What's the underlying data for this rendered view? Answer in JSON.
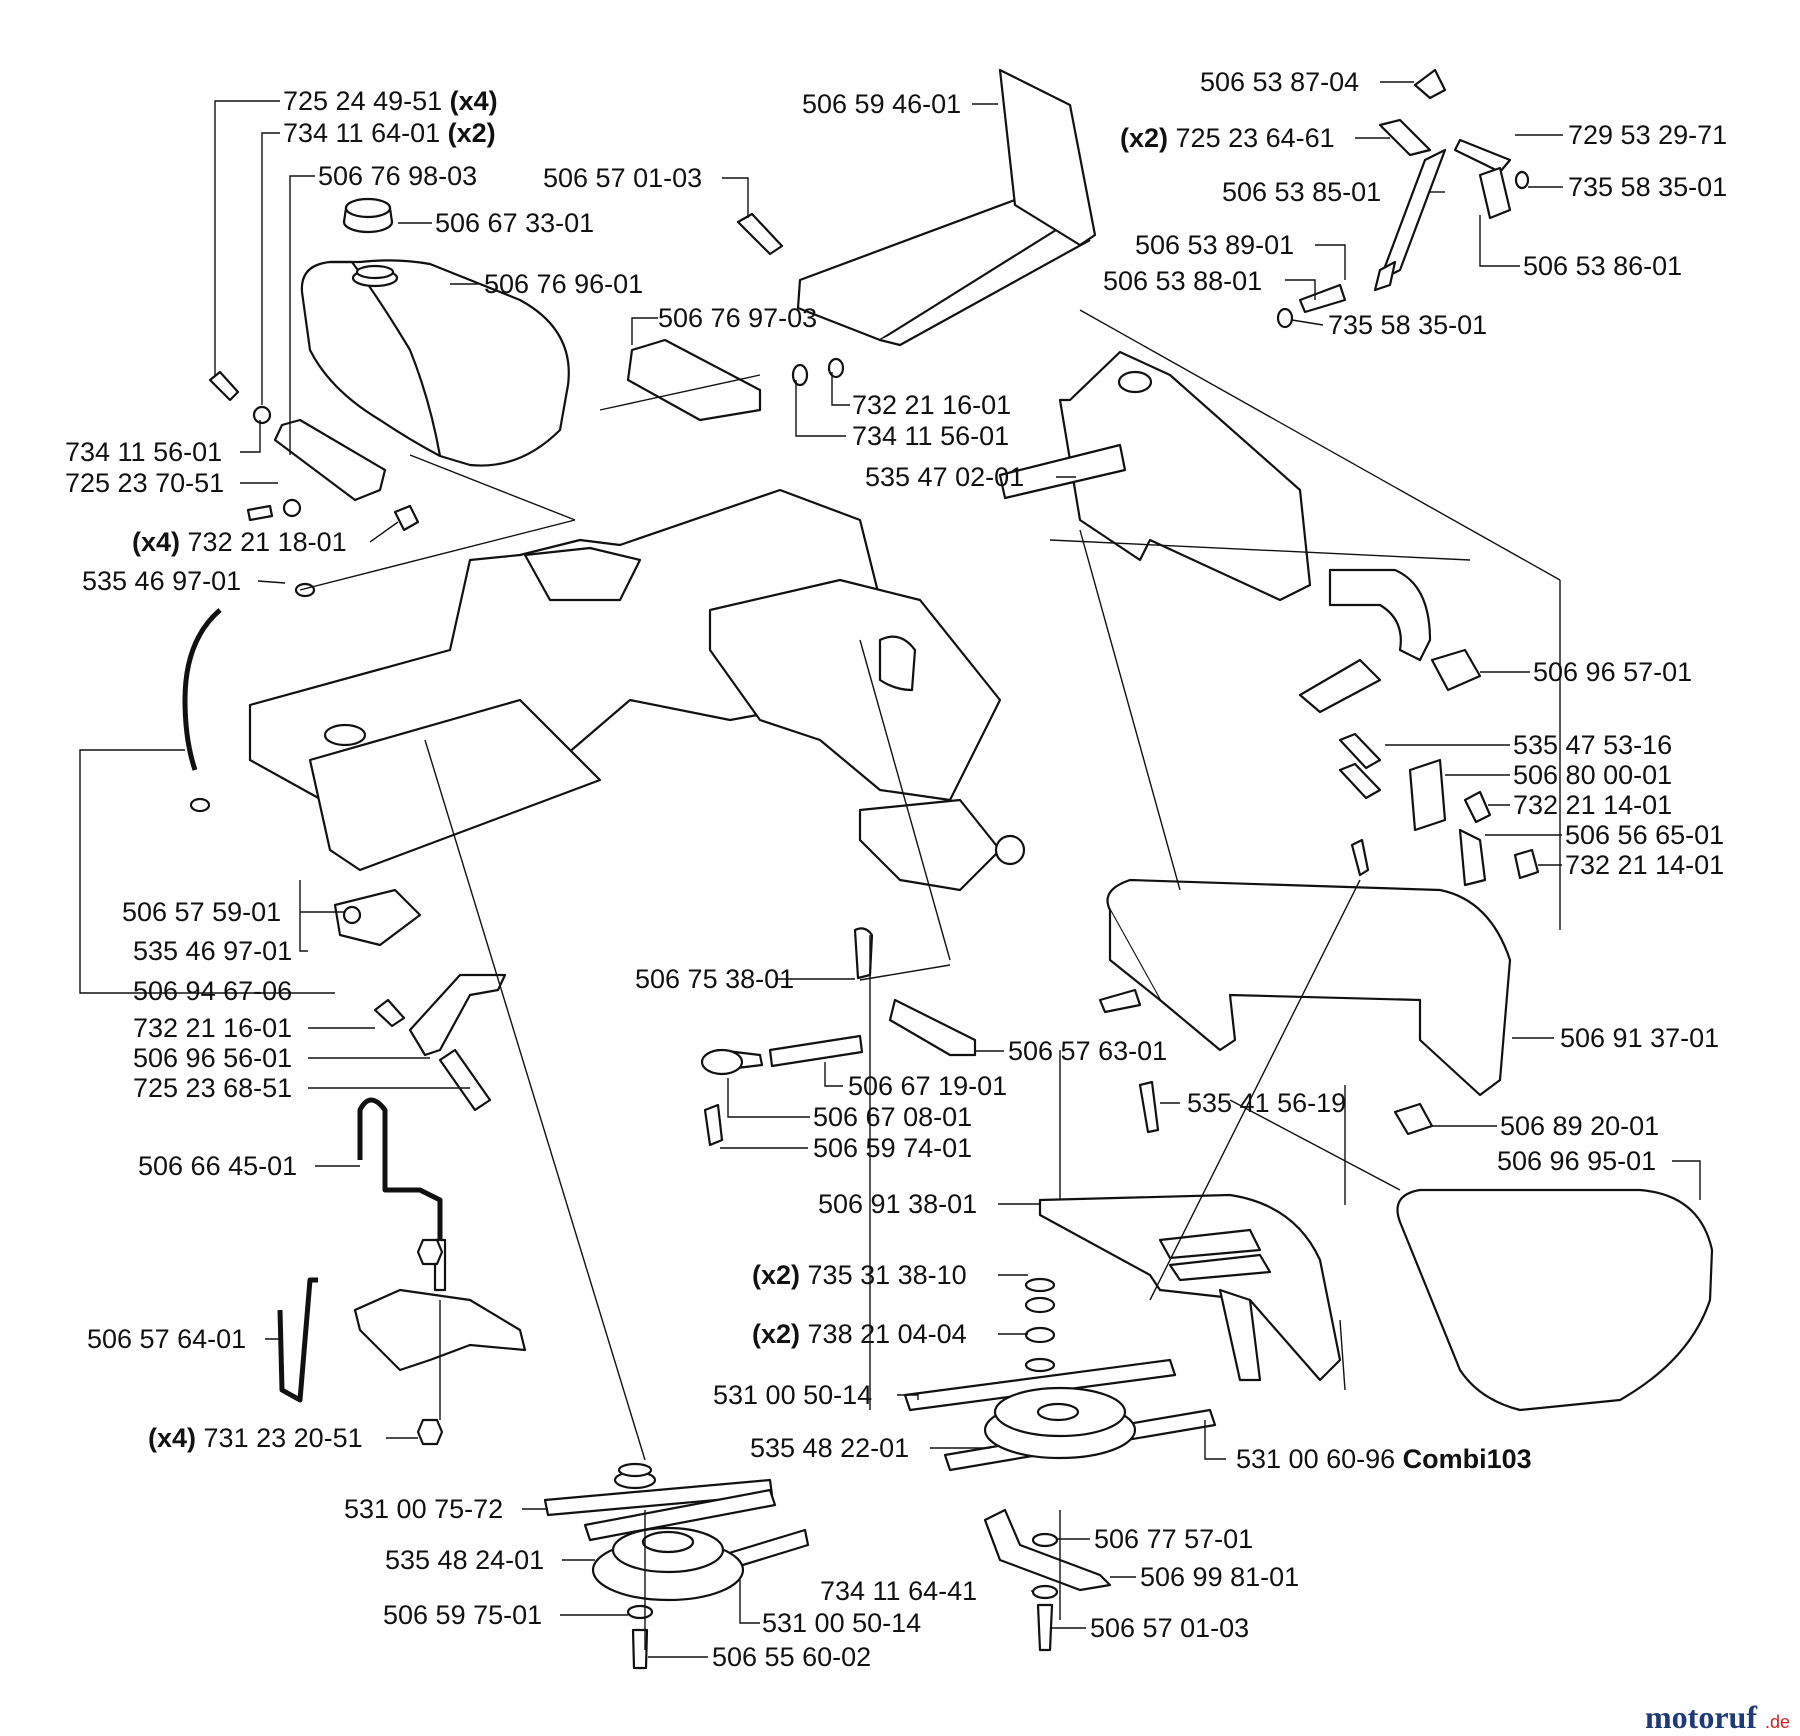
{
  "labels": [
    {
      "id": "l01",
      "qty": "",
      "text": "725 24 49-51",
      "suffix": "(x4)"
    },
    {
      "id": "l02",
      "qty": "",
      "text": "734 11 64-01",
      "suffix": "(x2)"
    },
    {
      "id": "l03",
      "qty": "",
      "text": "506 76 98-03",
      "suffix": ""
    },
    {
      "id": "l04",
      "qty": "",
      "text": "506 67 33-01",
      "suffix": ""
    },
    {
      "id": "l05",
      "qty": "",
      "text": "506 76 96-01",
      "suffix": ""
    },
    {
      "id": "l06",
      "qty": "",
      "text": "734 11 56-01",
      "suffix": ""
    },
    {
      "id": "l07",
      "qty": "",
      "text": "725 23 70-51",
      "suffix": ""
    },
    {
      "id": "l08",
      "qty": "(x4)",
      "text": "732 21 18-01",
      "suffix": ""
    },
    {
      "id": "l09",
      "qty": "",
      "text": "535 46 97-01",
      "suffix": ""
    },
    {
      "id": "l10",
      "qty": "",
      "text": "506 59 46-01",
      "suffix": ""
    },
    {
      "id": "l11",
      "qty": "",
      "text": "506 57 01-03",
      "suffix": ""
    },
    {
      "id": "l12",
      "qty": "",
      "text": "506 76 97-03",
      "suffix": ""
    },
    {
      "id": "l13",
      "qty": "",
      "text": "732 21 16-01",
      "suffix": ""
    },
    {
      "id": "l14",
      "qty": "",
      "text": "734 11 56-01",
      "suffix": ""
    },
    {
      "id": "l15",
      "qty": "",
      "text": "535 47 02-01",
      "suffix": ""
    },
    {
      "id": "l16",
      "qty": "",
      "text": "506 53 87-04",
      "suffix": ""
    },
    {
      "id": "l17",
      "qty": "(x2)",
      "text": "725 23 64-61",
      "suffix": ""
    },
    {
      "id": "l18",
      "qty": "",
      "text": "729 53 29-71",
      "suffix": ""
    },
    {
      "id": "l19",
      "qty": "",
      "text": "506 53 85-01",
      "suffix": ""
    },
    {
      "id": "l20",
      "qty": "",
      "text": "735 58 35-01",
      "suffix": ""
    },
    {
      "id": "l21",
      "qty": "",
      "text": "506 53 89-01",
      "suffix": ""
    },
    {
      "id": "l22",
      "qty": "",
      "text": "506 53 88-01",
      "suffix": ""
    },
    {
      "id": "l23",
      "qty": "",
      "text": "506 53 86-01",
      "suffix": ""
    },
    {
      "id": "l24",
      "qty": "",
      "text": "735 58 35-01",
      "suffix": ""
    },
    {
      "id": "l25",
      "qty": "",
      "text": "506 96 57-01",
      "suffix": ""
    },
    {
      "id": "l26",
      "qty": "",
      "text": "535 47 53-16",
      "suffix": ""
    },
    {
      "id": "l27",
      "qty": "",
      "text": "506 80 00-01",
      "suffix": ""
    },
    {
      "id": "l28",
      "qty": "",
      "text": "732 21 14-01",
      "suffix": ""
    },
    {
      "id": "l29",
      "qty": "",
      "text": "506 56 65-01",
      "suffix": ""
    },
    {
      "id": "l30",
      "qty": "",
      "text": "732 21 14-01",
      "suffix": ""
    },
    {
      "id": "l31",
      "qty": "",
      "text": "506 57 59-01",
      "suffix": ""
    },
    {
      "id": "l32",
      "qty": "",
      "text": "535 46 97-01",
      "suffix": ""
    },
    {
      "id": "l33",
      "qty": "",
      "text": "506 94 67-06",
      "suffix": ""
    },
    {
      "id": "l34",
      "qty": "",
      "text": "732 21 16-01",
      "suffix": ""
    },
    {
      "id": "l35",
      "qty": "",
      "text": "506 96 56-01",
      "suffix": ""
    },
    {
      "id": "l36",
      "qty": "",
      "text": "725 23 68-51",
      "suffix": ""
    },
    {
      "id": "l37",
      "qty": "",
      "text": "506 75 38-01",
      "suffix": ""
    },
    {
      "id": "l38",
      "qty": "",
      "text": "506 57 63-01",
      "suffix": ""
    },
    {
      "id": "l39",
      "qty": "",
      "text": "506 67 19-01",
      "suffix": ""
    },
    {
      "id": "l40",
      "qty": "",
      "text": "506 67 08-01",
      "suffix": ""
    },
    {
      "id": "l41",
      "qty": "",
      "text": "506 59 74-01",
      "suffix": ""
    },
    {
      "id": "l42",
      "qty": "",
      "text": "506 91 37-01",
      "suffix": ""
    },
    {
      "id": "l43",
      "qty": "",
      "text": "535 41 56-19",
      "suffix": ""
    },
    {
      "id": "l44",
      "qty": "",
      "text": "506 89 20-01",
      "suffix": ""
    },
    {
      "id": "l45",
      "qty": "",
      "text": "506 96 95-01",
      "suffix": ""
    },
    {
      "id": "l46",
      "qty": "",
      "text": "506 66 45-01",
      "suffix": ""
    },
    {
      "id": "l47",
      "qty": "",
      "text": "506 91 38-01",
      "suffix": ""
    },
    {
      "id": "l48",
      "qty": "(x2)",
      "text": "735 31 38-10",
      "suffix": ""
    },
    {
      "id": "l49",
      "qty": "(x2)",
      "text": "738 21 04-04",
      "suffix": ""
    },
    {
      "id": "l50",
      "qty": "",
      "text": "506 57 64-01",
      "suffix": ""
    },
    {
      "id": "l51",
      "qty": "",
      "text": "531 00 50-14",
      "suffix": ""
    },
    {
      "id": "l52",
      "qty": "",
      "text": "535 48 22-01",
      "suffix": ""
    },
    {
      "id": "l53",
      "qty": "",
      "text": "531 00 60-96",
      "suffix": "Combi103"
    },
    {
      "id": "l54",
      "qty": "(x4)",
      "text": "731 23 20-51",
      "suffix": ""
    },
    {
      "id": "l55",
      "qty": "",
      "text": "531 00 75-72",
      "suffix": ""
    },
    {
      "id": "l56",
      "qty": "",
      "text": "535 48 24-01",
      "suffix": ""
    },
    {
      "id": "l57",
      "qty": "",
      "text": "506 77 57-01",
      "suffix": ""
    },
    {
      "id": "l58",
      "qty": "",
      "text": "506 99 81-01",
      "suffix": ""
    },
    {
      "id": "l59",
      "qty": "",
      "text": "734 11 64-41",
      "suffix": ""
    },
    {
      "id": "l60",
      "qty": "",
      "text": "506 59 75-01",
      "suffix": ""
    },
    {
      "id": "l61",
      "qty": "",
      "text": "531 00 50-14",
      "suffix": ""
    },
    {
      "id": "l62",
      "qty": "",
      "text": "506 57 01-03",
      "suffix": ""
    },
    {
      "id": "l63",
      "qty": "",
      "text": "506 55 60-02",
      "suffix": ""
    }
  ],
  "watermark": {
    "main": "motoruf",
    "tld": ".de"
  },
  "colors": {
    "ink": "#111111",
    "watermark": "#1f3a78",
    "watermark_tld": "#cc2222"
  }
}
